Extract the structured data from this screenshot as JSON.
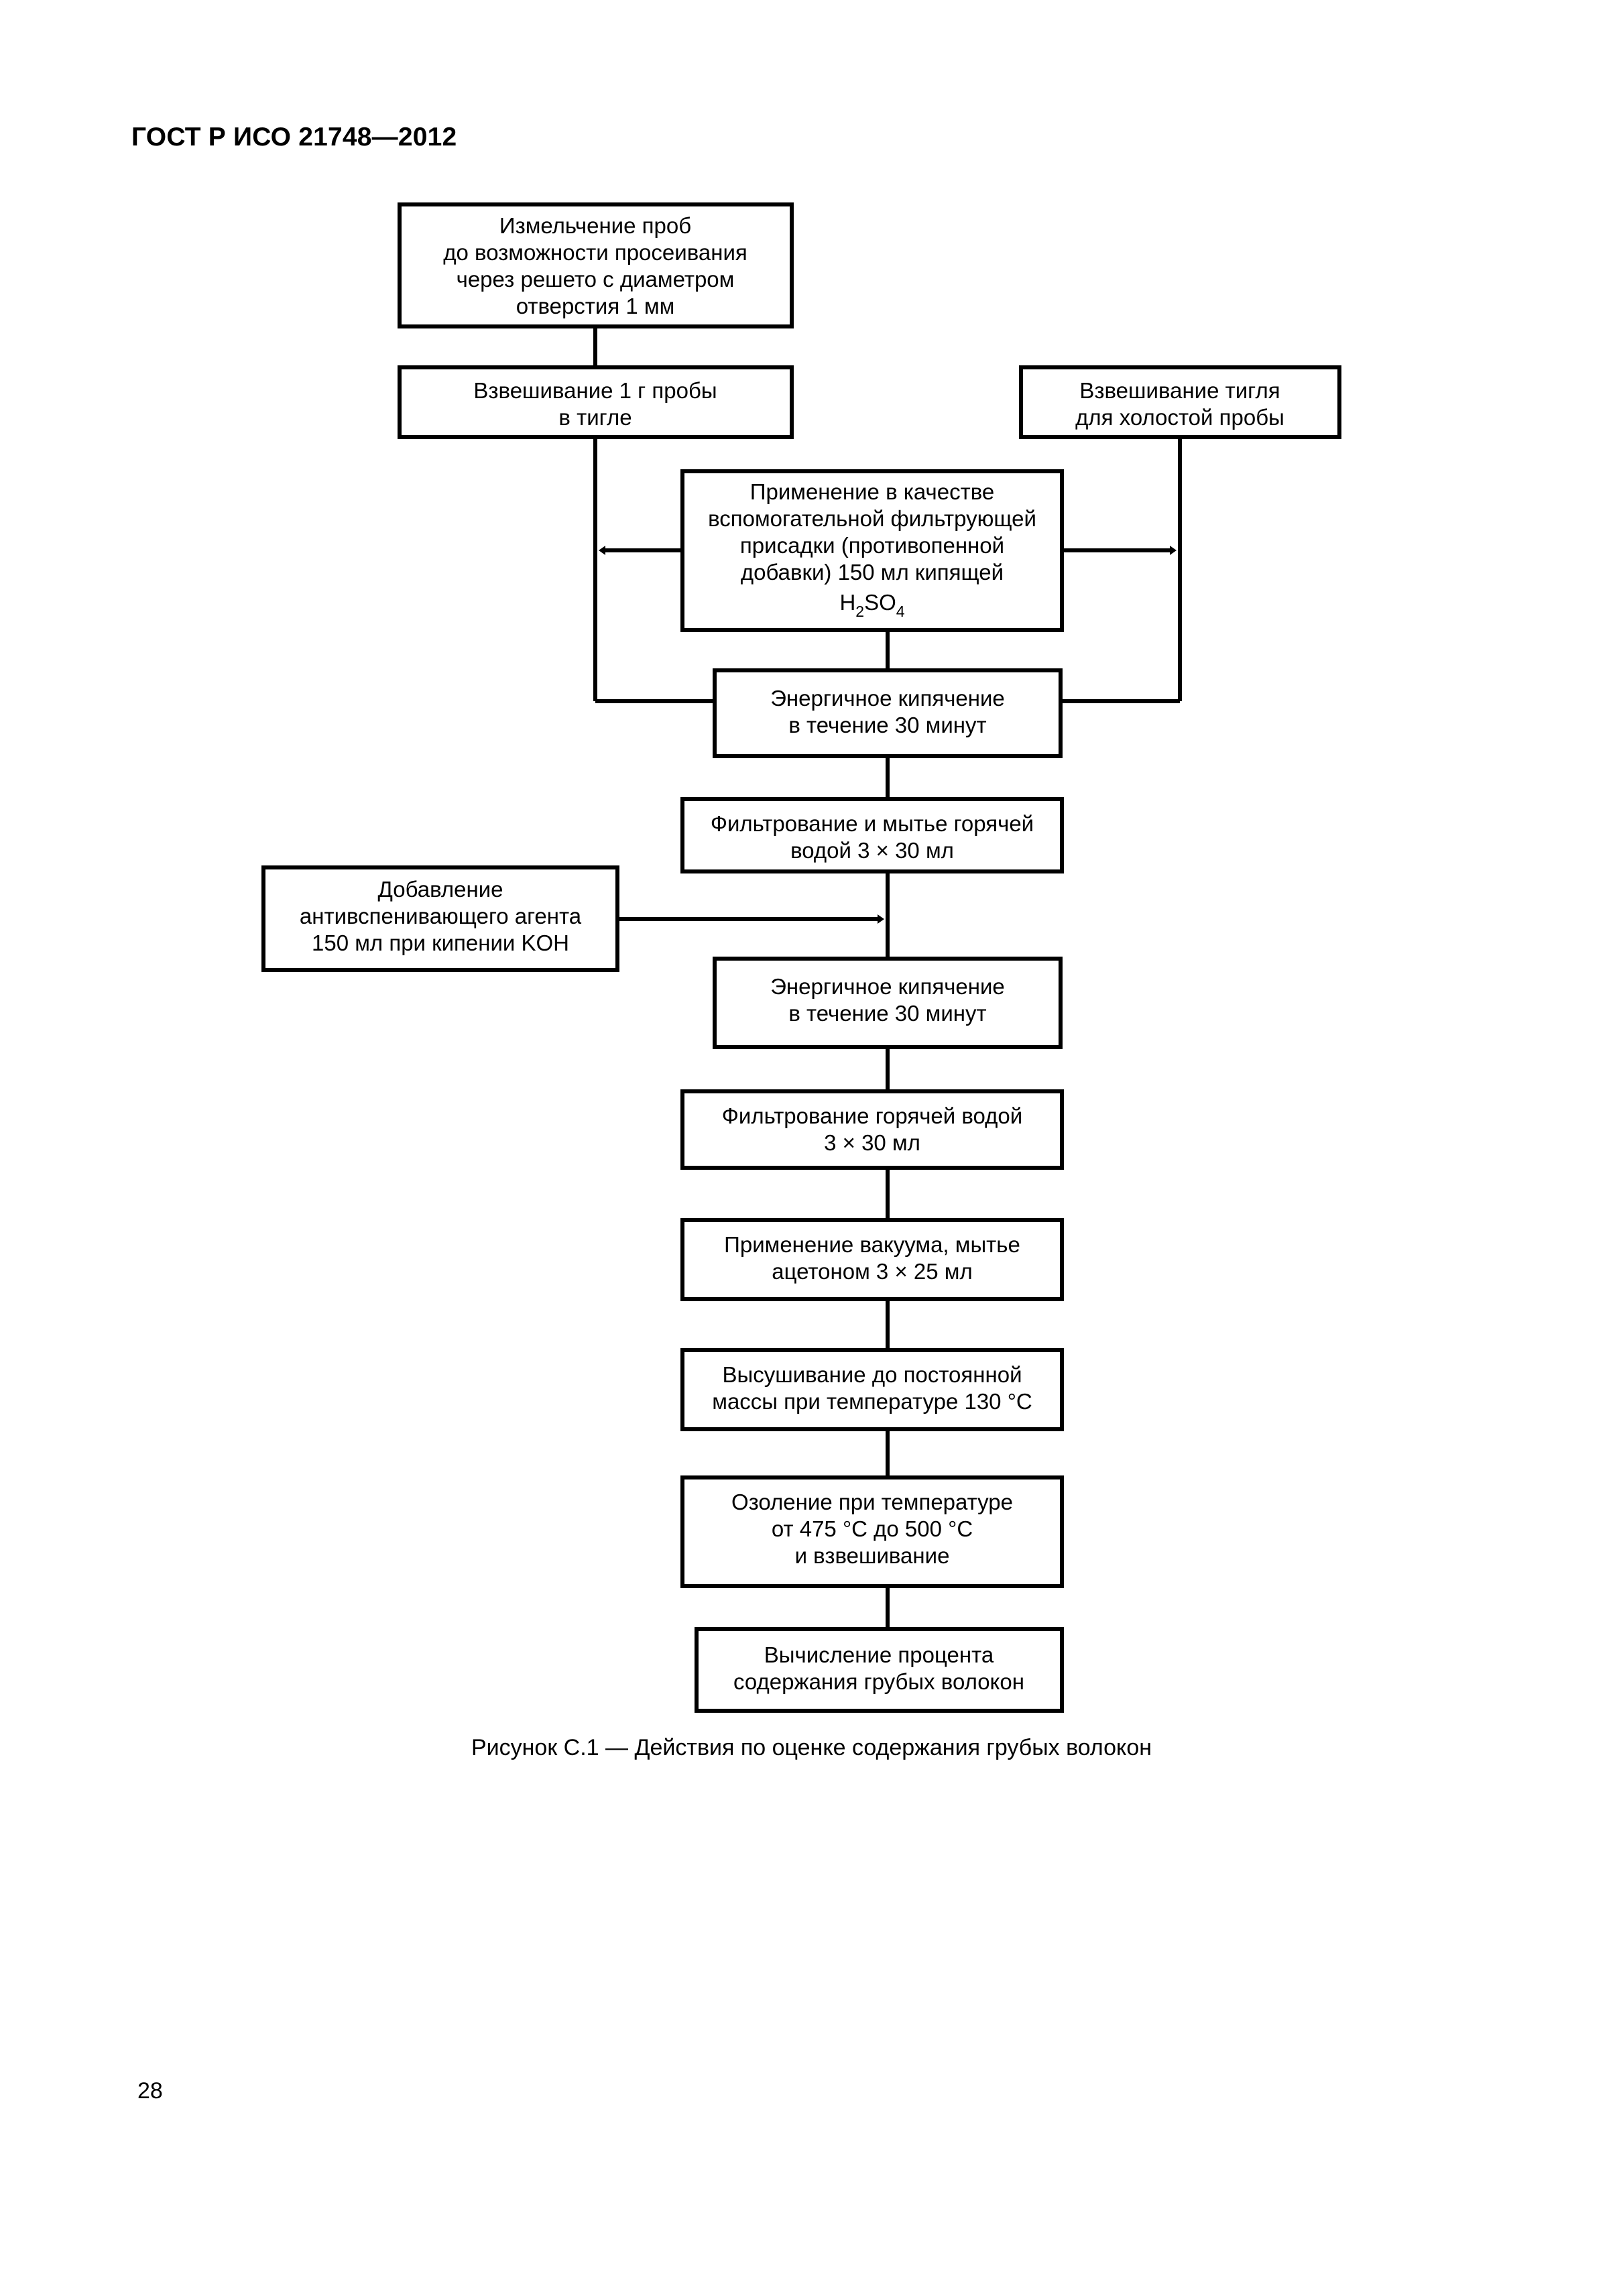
{
  "document": {
    "header": "ГОСТ Р ИСО 21748—2012",
    "page_number": "28"
  },
  "figure": {
    "caption": "Рисунок С.1 — Действия по оценке содержания грубых волокон",
    "nodes": {
      "grinding": {
        "lines": [
          "Измельчение проб",
          "до возможности просеивания",
          "через решето с диаметром",
          "отверстия 1 мм"
        ]
      },
      "weigh_sample": {
        "lines": [
          "Взвешивание 1 г пробы",
          "в тигле"
        ]
      },
      "weigh_crucible_blank": {
        "lines": [
          "Взвешивание тигля",
          "для холостой пробы"
        ]
      },
      "filter_aid_h2so4": {
        "lines": [
          "Применение в качестве",
          "вспомогательной фильтрующей",
          "присадки (противопенной",
          "добавки) 150 мл кипящей"
        ],
        "formula": {
          "part1": "H",
          "sub1": "2",
          "part2": "SO",
          "sub2": "4"
        }
      },
      "boil_1": {
        "lines": [
          "Энергичное кипячение",
          "в течение 30 минут"
        ]
      },
      "filter_wash_hot_water": {
        "lines": [
          "Фильтрование и мытье горячей",
          "водой 3 × 30 мл"
        ]
      },
      "antifoam_koh": {
        "lines": [
          "Добавление",
          "антивспенивающего агента",
          "150 мл при кипении KOH"
        ]
      },
      "boil_2": {
        "lines": [
          "Энергичное кипячение",
          "в течение 30 минут"
        ]
      },
      "filter_hot_water": {
        "lines": [
          "Фильтрование горячей водой",
          "3 × 30 мл"
        ]
      },
      "vacuum_acetone": {
        "lines": [
          "Применение вакуума, мытье",
          "ацетоном 3 × 25 мл"
        ]
      },
      "drying": {
        "lines": [
          "Высушивание до постоянной",
          "массы при температуре 130 °C"
        ]
      },
      "ashing": {
        "lines": [
          "Озоление при температуре",
          "от 475 °C до 500 °C",
          "и взвешивание"
        ]
      },
      "calculate": {
        "lines": [
          "Вычисление процента",
          "содержания грубых волокон"
        ]
      }
    }
  },
  "style": {
    "stroke": "#000000",
    "fill": "#ffffff"
  }
}
